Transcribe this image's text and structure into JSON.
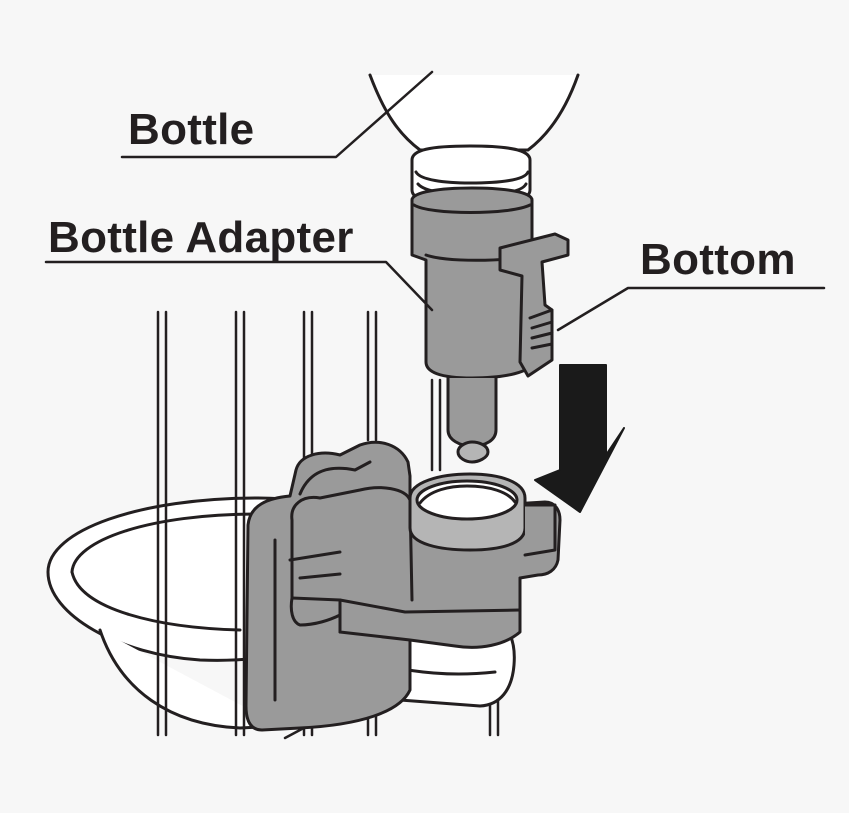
{
  "labels": {
    "bottle": "Bottle",
    "bottle_adapter": "Bottle Adapter",
    "bottom": "Bottom"
  },
  "colors": {
    "background": "#f7f7f7",
    "line": "#231f20",
    "part_gray": "#9a9a9a",
    "part_gray_light": "#b5b5b5",
    "white_part": "#ffffff",
    "arrow": "#1a1a1a"
  },
  "icons": {
    "insert_direction": "down-arrow-icon"
  }
}
